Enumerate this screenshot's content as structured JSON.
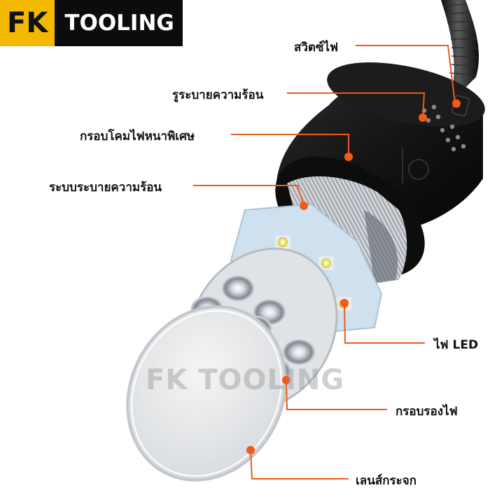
{
  "brand": {
    "prefix": "FK",
    "name": "TOOLING",
    "accent": "#f5b800"
  },
  "watermark": "FK TOOLING",
  "callout_color": "#f05a1a",
  "labels": {
    "switch": "สวิตซ์ไฟ",
    "vent_holes": "รูระบายความร้อน",
    "thick_housing": "กรอบโคมไฟหนาพิเศษ",
    "heat_sink": "ระบบระบายความร้อน",
    "led": "ไฟ LED",
    "led_holder": "กรอบรองไฟ",
    "glass_lens": "เลนส์กระจก"
  }
}
